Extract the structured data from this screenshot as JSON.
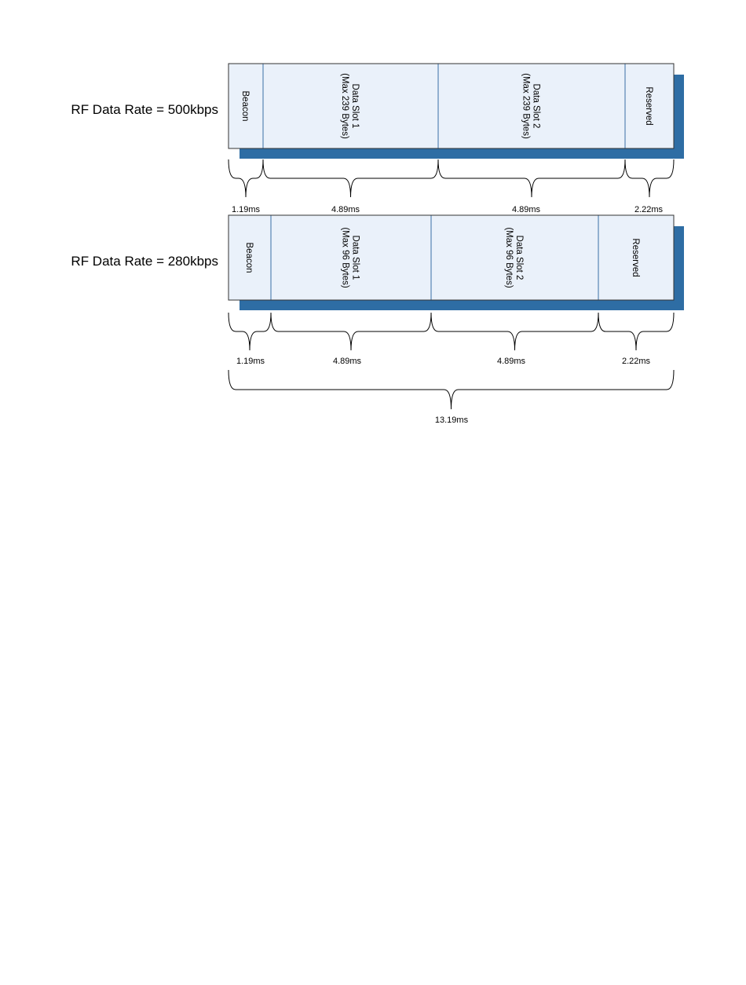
{
  "frames": [
    {
      "rate_label": "RF Data Rate = 500kbps",
      "slots": [
        {
          "lines": [
            "Beacon"
          ]
        },
        {
          "lines": [
            "Data Slot 1",
            "(Max 239 Bytes)"
          ]
        },
        {
          "lines": [
            "Data Slot 2",
            "(Max 239 Bytes)"
          ]
        },
        {
          "lines": [
            "Reserved"
          ]
        }
      ],
      "durations": [
        "1.19ms",
        "4.89ms",
        "4.89ms",
        "2.22ms"
      ]
    },
    {
      "rate_label": "RF Data Rate = 280kbps",
      "slots": [
        {
          "lines": [
            "Beacon"
          ]
        },
        {
          "lines": [
            "Data Slot 1",
            "(Max 96 Bytes)"
          ]
        },
        {
          "lines": [
            "Data Slot 2",
            "(Max 96 Bytes)"
          ]
        },
        {
          "lines": [
            "Reserved"
          ]
        }
      ],
      "durations": [
        "1.19ms",
        "4.89ms",
        "4.89ms",
        "2.22ms"
      ]
    }
  ],
  "total_duration": "13.19ms",
  "colors": {
    "slot_fill": "#eaf1fa",
    "slot_border": "#3a6ea5",
    "shadow": "#2e6da4",
    "outline": "#333333"
  }
}
